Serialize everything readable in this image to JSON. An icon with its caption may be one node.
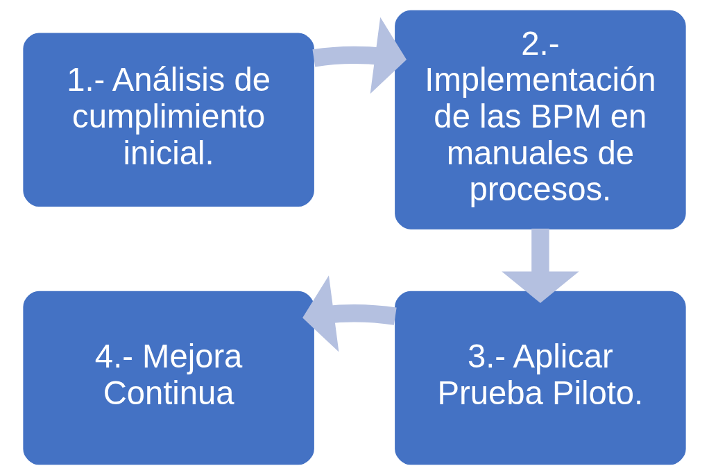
{
  "diagram": {
    "nodes": [
      {
        "text": [
          "1.- Análisis de cumplimiento inicial."
        ]
      },
      {
        "text": [
          "2.- Implementación de las BPM en manuales de procesos."
        ]
      },
      {
        "text": [
          "3.- Aplicar Prueba Piloto."
        ]
      },
      {
        "text": [
          "4.- Mejora Continua"
        ]
      }
    ],
    "edges": [
      {
        "from": 0,
        "to": 1,
        "arrow": "to"
      },
      {
        "from": 1,
        "to": 2,
        "arrow": "to"
      },
      {
        "from": 2,
        "to": 3,
        "arrow": "to"
      }
    ]
  }
}
